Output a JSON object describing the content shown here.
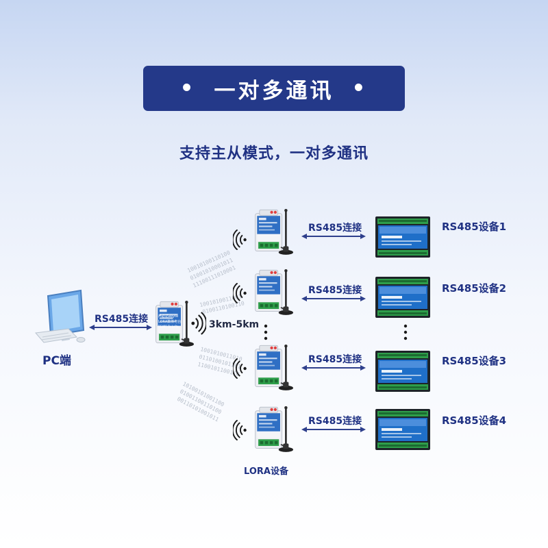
{
  "header": {
    "title": "一对多通讯",
    "bullet": "•",
    "subtitle": "支持主从模式，一对多通讯"
  },
  "pc": {
    "label": "PC端"
  },
  "master": {
    "link_label": "RS485连接",
    "range_label": "3km-5km"
  },
  "lora": {
    "label": "LORA设备",
    "device_brand": "声必达ebyte",
    "device_text": "LORA数传电台",
    "device_model": "RS485 To LoRa"
  },
  "branches": [
    {
      "link_label": "RS485连接",
      "device_label": "RS485设备1"
    },
    {
      "link_label": "RS485连接",
      "device_label": "RS485设备2"
    },
    {
      "link_label": "RS485连接",
      "device_label": "RS485设备3"
    },
    {
      "link_label": "RS485连接",
      "device_label": "RS485设备4"
    }
  ],
  "colors": {
    "banner": "#243989",
    "text": "#1f3183",
    "arrow": "#2e3f8c",
    "module_blue": "#2f6fc4",
    "terminal_green": "#2e9e4a"
  },
  "icons": {
    "pc": "desktop-computer-icon",
    "radio": "radio-wave-icon",
    "antenna": "antenna-icon",
    "device": "rs485-io-device-icon"
  }
}
